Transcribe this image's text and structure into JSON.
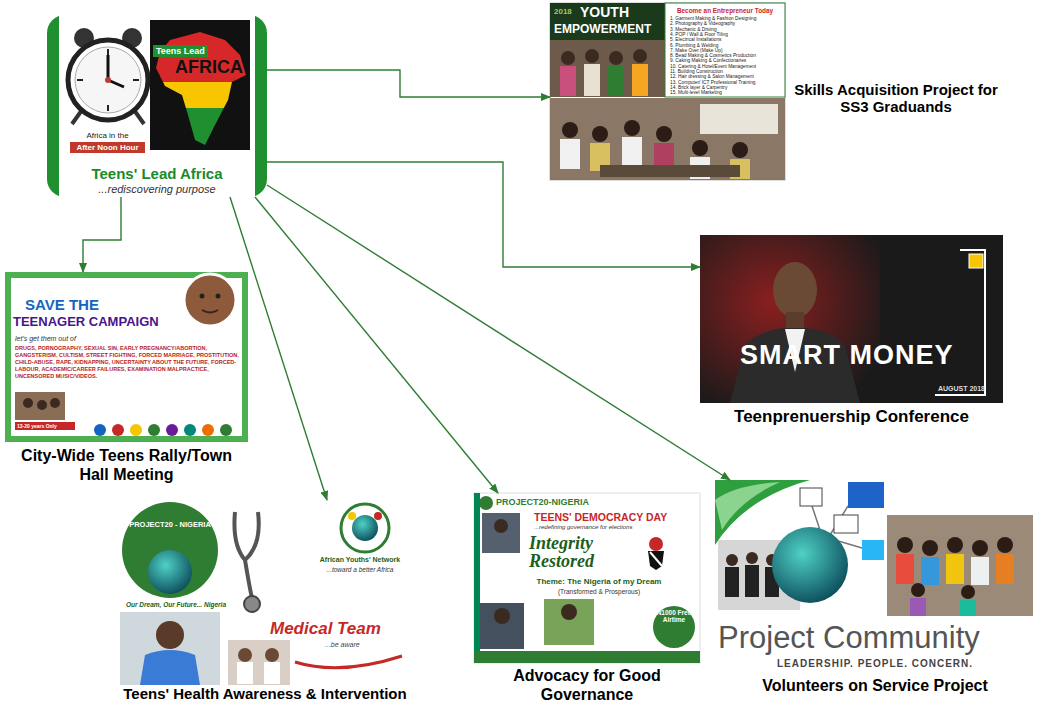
{
  "diagram": {
    "nodes": [
      {
        "text": [
          "Teens Lead",
          "AFRICA",
          "Africa in the",
          "After Noon Hour",
          "Teens' Lead Africa",
          "...rediscovering purpose"
        ]
      },
      {
        "text": [
          "2018",
          "YOUTH",
          "EMPOWERMENT",
          "Become an Entrepreneur Today",
          "1. Garment Making & Fashion Designing",
          "2. Photography & Videography",
          "3. Mechanic & Driving",
          "4. POP / Wall & Floor Tiling",
          "5. Electrical Installations",
          "6. Plumbing & Welding",
          "7. Make Over (Make Up)",
          "8. Bead Making & Cosmetics Production",
          "9. Caking Making & Confectionaries",
          "10. Catering & Hotel/Event Management",
          "11. Building Construction",
          "12. Hair dressing & Salon Management",
          "13. Computer/ ICT Professional Training",
          "14. Brick layer & Carpentry",
          "15. Multi-level Marketing",
          "Skills Acquisition Project for SS3 Graduands"
        ]
      },
      {
        "text": [
          "SMART MONEY",
          "AUGUST 2018",
          "Teenprenuership Conference"
        ]
      },
      {
        "text": [
          "SAVE THE",
          "TEENAGER CAMPAIGN",
          "let's get them out of",
          "DRUGS, PORNOGRAPHY, SEXUAL SIN, EARLY PREGNANCY/ABORTION, GANGSTERISM, CULTISM, STREET FIGHTING, FORCED MARRIAGE, PROSTITUTION, CHILD-ABUSE, RAPE, KIDNAPPING, UNCERTAINTY ABOUT THE FUTURE, FORCED-LABOUR, ACADEMIC/CAREER FAILURES, EXAMINATION MALPRACTICE, UNCENSORED MUSIC/VIDEOS.",
          "13-20 years Only",
          "City-Wide Teens Rally/Town Hall Meeting"
        ]
      },
      {
        "text": [
          "PROJECT20 - NIGERIA",
          "Our Dream, Our Future... Nigeria",
          "African Youths' Network",
          "...toward a better Africa",
          "Medical Team",
          "...be aware",
          "Teens' Health Awareness & Intervention"
        ]
      },
      {
        "text": [
          "PROJECT20-NIGERIA",
          "TEENS' DEMOCRACY DAY",
          "...redefining governance for elections",
          "Integrity Restored",
          "Theme: The Nigeria of my Dream",
          "(Transformed & Prosperous)",
          "N1000 Free Airtime",
          "Advocacy for Good Governance"
        ]
      },
      {
        "text": [
          "Project Community",
          "LEADERSHIP. PEOPLE. CONCERN.",
          "Volunteers on Service Project"
        ]
      }
    ],
    "edges": [
      {
        "from": 0,
        "to": 1,
        "arrow": "to"
      },
      {
        "from": 0,
        "to": 2,
        "arrow": "to"
      },
      {
        "from": 0,
        "to": 3,
        "arrow": "to"
      },
      {
        "from": 0,
        "to": 4,
        "arrow": "to"
      },
      {
        "from": 0,
        "to": 5,
        "arrow": "to"
      },
      {
        "from": 0,
        "to": 6,
        "arrow": "to"
      }
    ]
  }
}
